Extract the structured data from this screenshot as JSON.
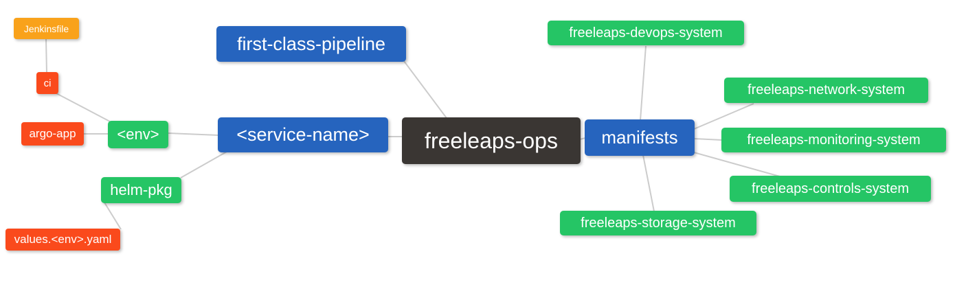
{
  "diagram": {
    "root": {
      "label": "freeleaps-ops",
      "color": "#3A3633"
    },
    "nodes": {
      "jenkinsfile": {
        "label": "Jenkinsfile",
        "color": "#F9A21B"
      },
      "ci": {
        "label": "ci",
        "color": "#FA4A1C"
      },
      "argo_app": {
        "label": "argo-app",
        "color": "#FA4A1C"
      },
      "env": {
        "label": "<env>",
        "color": "#25C565"
      },
      "helm_pkg": {
        "label": "helm-pkg",
        "color": "#25C565"
      },
      "values_env_yaml": {
        "label": "values.<env>.yaml",
        "color": "#FA4A1C"
      },
      "first_class_pipeline": {
        "label": "first-class-pipeline",
        "color": "#2664BE"
      },
      "service_name": {
        "label": "<service-name>",
        "color": "#2664BE"
      },
      "manifests": {
        "label": "manifests",
        "color": "#2664BE"
      },
      "devops_system": {
        "label": "freeleaps-devops-system",
        "color": "#25C565"
      },
      "network_system": {
        "label": "freeleaps-network-system",
        "color": "#25C565"
      },
      "monitoring_system": {
        "label": "freeleaps-monitoring-system",
        "color": "#25C565"
      },
      "controls_system": {
        "label": "freeleaps-controls-system",
        "color": "#25C565"
      },
      "storage_system": {
        "label": "freeleaps-storage-system",
        "color": "#25C565"
      }
    },
    "edge_color": "#CCCCCC",
    "text_color": "#FFFFFF",
    "background_color": "#FFFFFF"
  }
}
